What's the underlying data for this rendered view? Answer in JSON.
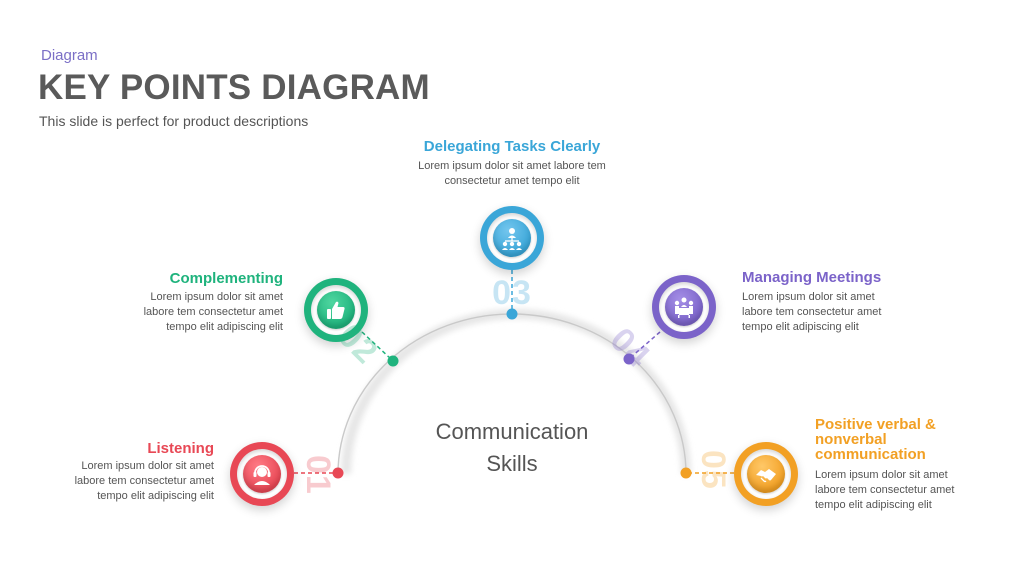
{
  "header": {
    "eyebrow": "Diagram",
    "title": "KEY POINTS DIAGRAM",
    "subtitle": "This slide is perfect for product descriptions"
  },
  "center": {
    "line1": "Communication",
    "line2": "Skills"
  },
  "points": [
    {
      "number": "01",
      "heading": "Listening",
      "body": "Lorem ipsum dolor sit amet labore tem consectetur amet tempo elit adipiscing elit",
      "color": "#e84855",
      "icon": "headset-icon"
    },
    {
      "number": "02",
      "heading": "Complementing",
      "body": "Lorem ipsum dolor sit amet labore tem consectetur amet tempo elit adipiscing elit",
      "color": "#1fb37d",
      "icon": "thumbs-up-icon"
    },
    {
      "number": "03",
      "heading": "Delegating Tasks Clearly",
      "body": "Lorem ipsum dolor sit amet labore tem consectetur amet tempo elit",
      "color": "#3aa6d8",
      "icon": "team-network-icon"
    },
    {
      "number": "04",
      "heading": "Managing Meetings",
      "body": "Lorem ipsum dolor sit amet labore tem consectetur amet tempo elit adipiscing elit",
      "color": "#7b63c9",
      "icon": "meeting-icon"
    },
    {
      "number": "05",
      "heading": "Positive verbal & nonverbal communication",
      "body": "Lorem ipsum dolor sit amet labore tem consectetur amet tempo elit adipiscing elit",
      "color": "#f2a024",
      "icon": "handshake-icon"
    }
  ]
}
